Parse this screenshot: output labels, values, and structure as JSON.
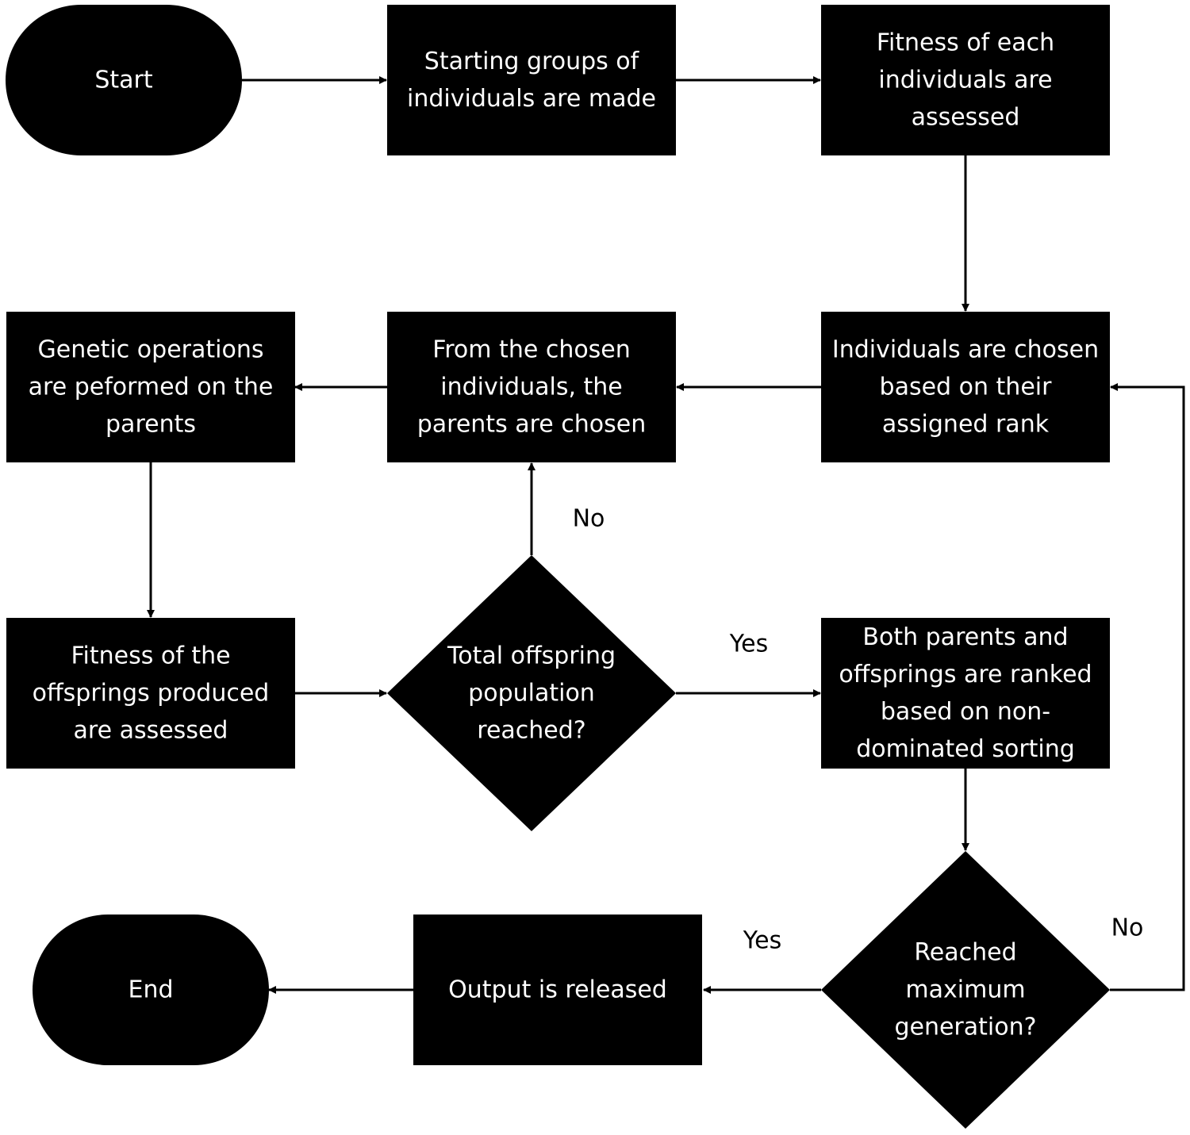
{
  "colors": {
    "node_fill": "#000000",
    "node_text": "#ffffff",
    "edge": "#000000",
    "label_text": "#000000",
    "background": "#ffffff"
  },
  "nodes": {
    "start": {
      "shape": "terminal",
      "lines": [
        "Start"
      ]
    },
    "make_groups": {
      "shape": "process",
      "lines": [
        "Starting groups of",
        "individuals are made"
      ]
    },
    "assess_fitness": {
      "shape": "process",
      "lines": [
        "Fitness of each",
        "individuals are",
        "assessed"
      ]
    },
    "choose_individuals": {
      "shape": "process",
      "lines": [
        "Individuals are chosen",
        "based on their",
        "assigned rank"
      ]
    },
    "choose_parents": {
      "shape": "process",
      "lines": [
        "From the chosen",
        "individuals, the",
        "parents are chosen"
      ]
    },
    "genetic_operations": {
      "shape": "process",
      "lines": [
        "Genetic operations",
        "are peformed on the",
        "parents"
      ]
    },
    "assess_offspring": {
      "shape": "process",
      "lines": [
        "Fitness of the",
        "offsprings produced",
        "are assessed"
      ]
    },
    "offspring_decision": {
      "shape": "decision",
      "lines": [
        "Total offspring",
        "population",
        "reached?"
      ]
    },
    "rank_sorting": {
      "shape": "process",
      "lines": [
        "Both parents and",
        "offsprings are ranked",
        "based on non-",
        "dominated sorting"
      ]
    },
    "generation_decision": {
      "shape": "decision",
      "lines": [
        "Reached",
        "maximum",
        "generation?"
      ]
    },
    "output": {
      "shape": "process",
      "lines": [
        "Output is released"
      ]
    },
    "end": {
      "shape": "terminal",
      "lines": [
        "End"
      ]
    }
  },
  "edges": [
    {
      "from": "start",
      "to": "make_groups",
      "label": ""
    },
    {
      "from": "make_groups",
      "to": "assess_fitness",
      "label": ""
    },
    {
      "from": "assess_fitness",
      "to": "choose_individuals",
      "label": ""
    },
    {
      "from": "choose_individuals",
      "to": "choose_parents",
      "label": ""
    },
    {
      "from": "choose_parents",
      "to": "genetic_operations",
      "label": ""
    },
    {
      "from": "genetic_operations",
      "to": "assess_offspring",
      "label": ""
    },
    {
      "from": "assess_offspring",
      "to": "offspring_decision",
      "label": ""
    },
    {
      "from": "offspring_decision",
      "to": "choose_parents",
      "label": "No"
    },
    {
      "from": "offspring_decision",
      "to": "rank_sorting",
      "label": "Yes"
    },
    {
      "from": "rank_sorting",
      "to": "generation_decision",
      "label": ""
    },
    {
      "from": "generation_decision",
      "to": "output",
      "label": "Yes"
    },
    {
      "from": "generation_decision",
      "to": "choose_individuals",
      "label": "No"
    },
    {
      "from": "output",
      "to": "end",
      "label": ""
    }
  ]
}
